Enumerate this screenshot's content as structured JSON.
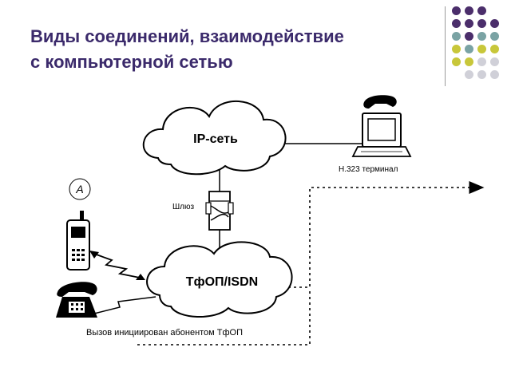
{
  "slide": {
    "title_line1": "Виды соединений, взаимодействие",
    "title_line2": "с компьютерной сетью"
  },
  "decor": {
    "colors": {
      "purple": "#4b2e6b",
      "teal": "#7aa3a4",
      "yellow": "#c8c73a",
      "light": "#d0d0d8",
      "title": "#3b2a6b"
    },
    "dot_grid": [
      [
        "purple",
        "purple",
        "purple",
        ""
      ],
      [
        "purple",
        "purple",
        "purple",
        "purple"
      ],
      [
        "teal",
        "purple",
        "teal",
        "teal"
      ],
      [
        "yellow",
        "teal",
        "yellow",
        "yellow"
      ],
      [
        "yellow",
        "yellow",
        "light",
        "light"
      ],
      [
        "",
        "light",
        "light",
        "light"
      ]
    ]
  },
  "diagram": {
    "ip_cloud_label": "IP-сеть",
    "pstn_cloud_label": "ТфОП/ISDN",
    "gateway_label": "Шлюз",
    "terminal_label": "H.323 терминал",
    "caller_label": "Вызов инициирован абонентом ТфОП",
    "badge_label": "A",
    "icons": [
      "mobile-phone-icon",
      "desk-phone-icon",
      "computer-icon",
      "gateway-icon"
    ]
  }
}
